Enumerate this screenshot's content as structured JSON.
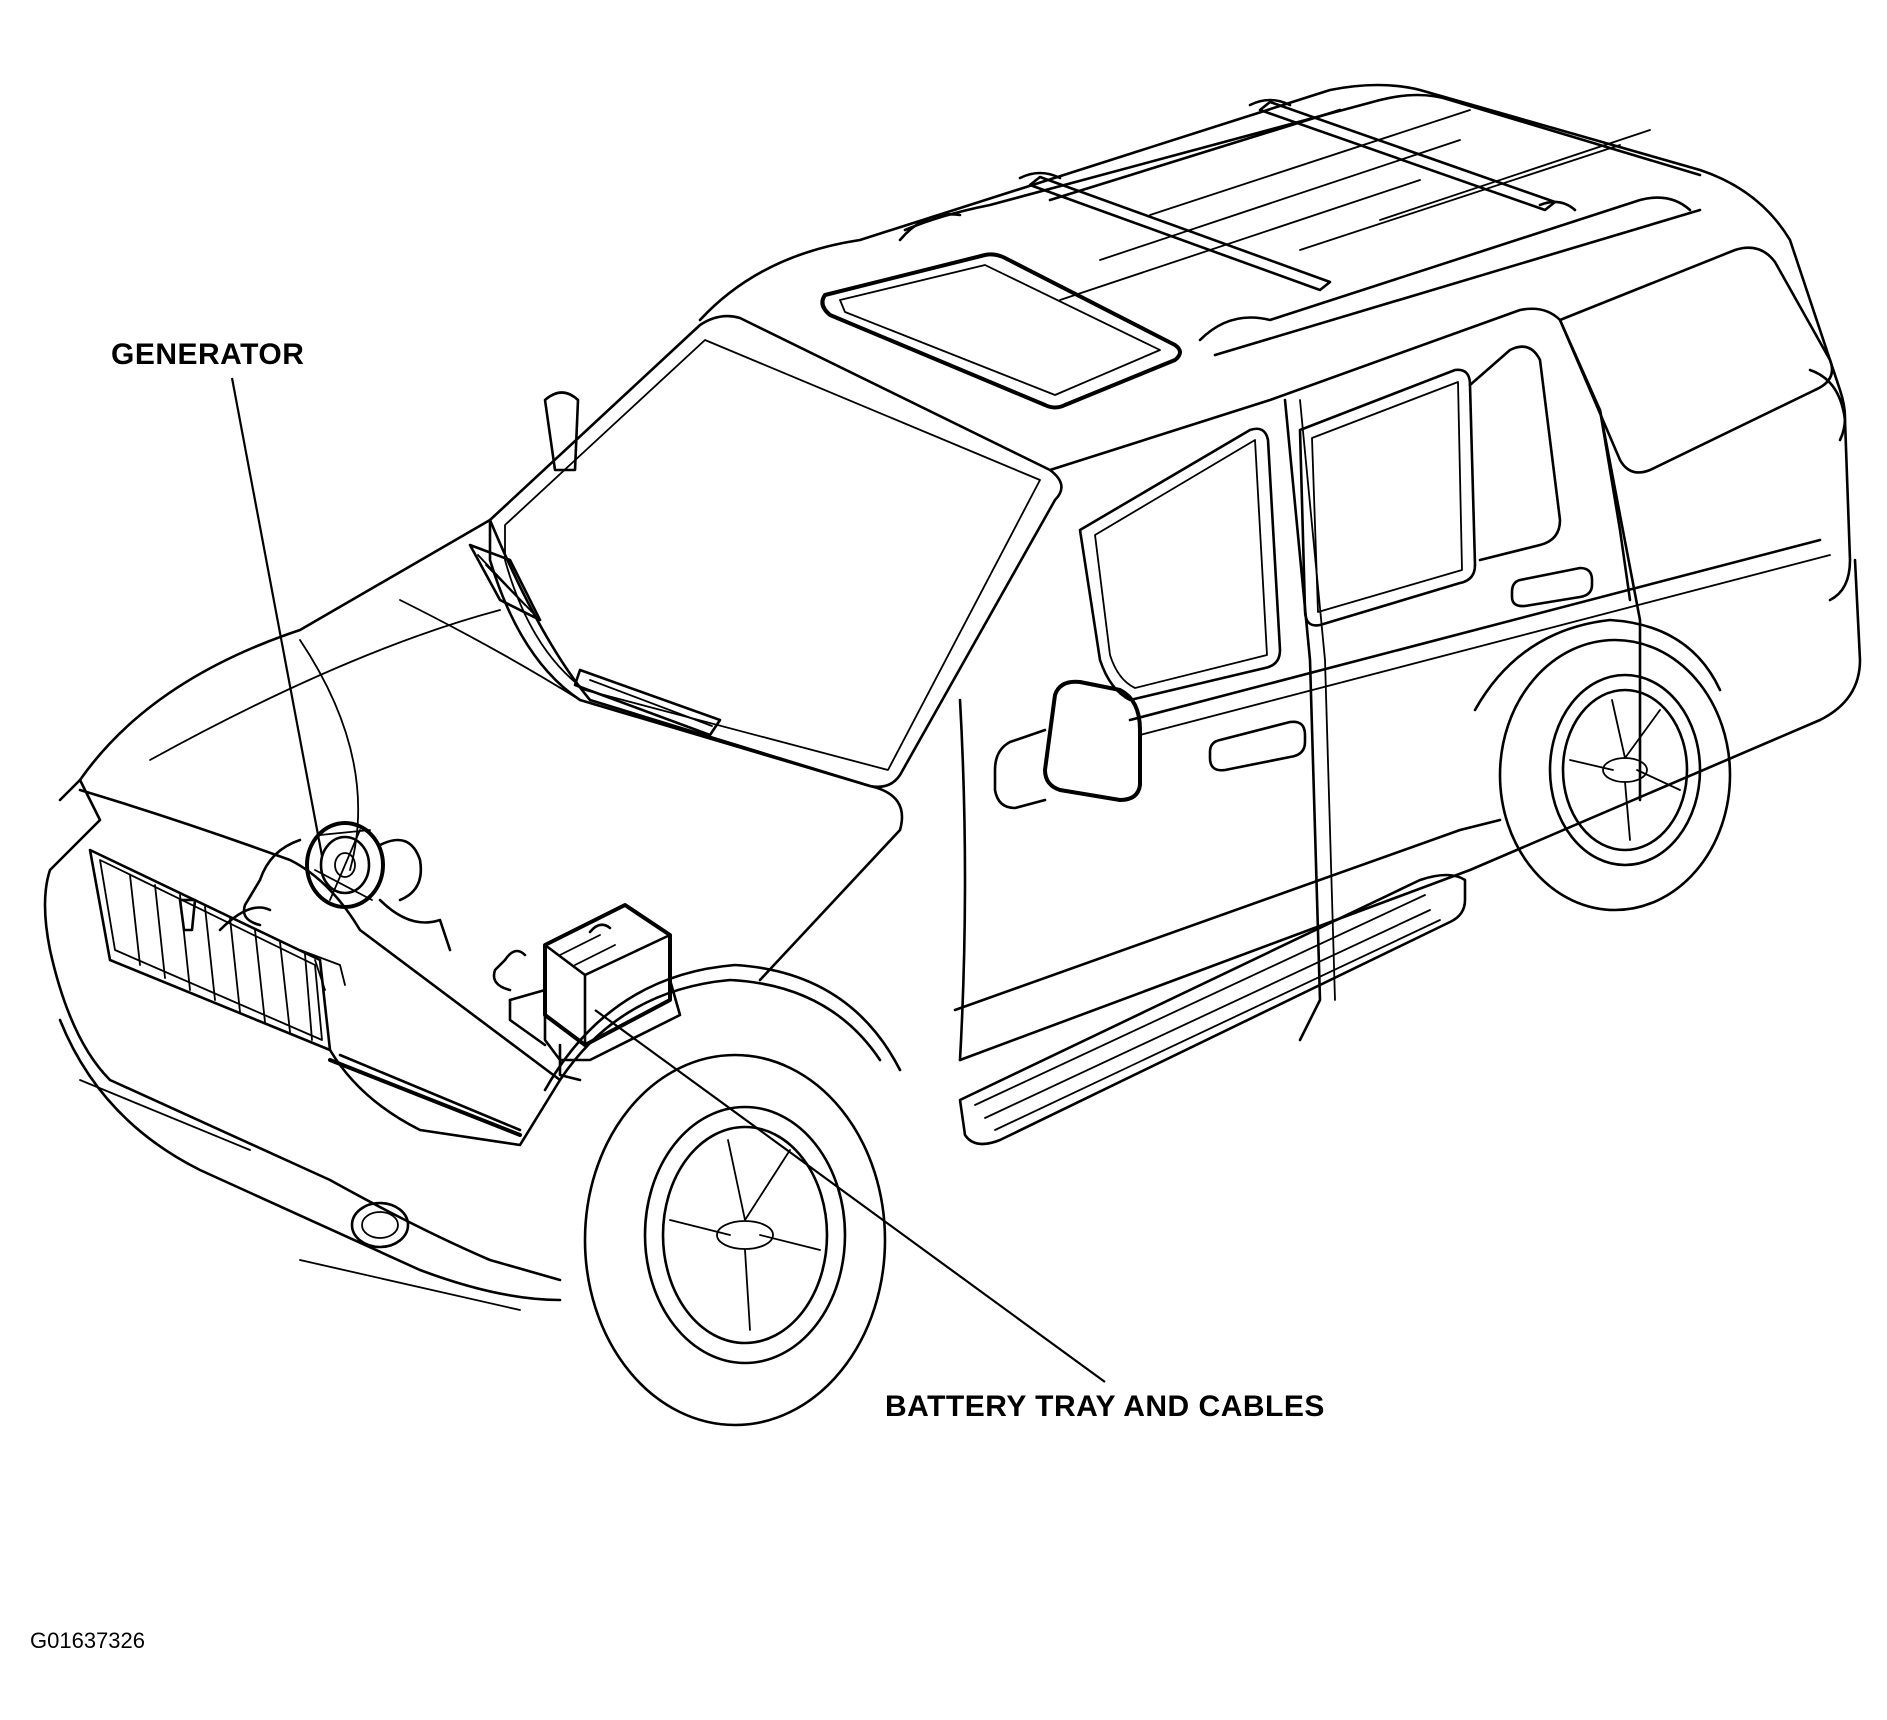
{
  "figure": {
    "callouts": {
      "generator": "GENERATOR",
      "battery_tray_and_cables": "BATTERY TRAY AND CABLES"
    },
    "figure_id": "G01637326"
  },
  "colors": {
    "ink": "#000000",
    "background": "#ffffff"
  }
}
